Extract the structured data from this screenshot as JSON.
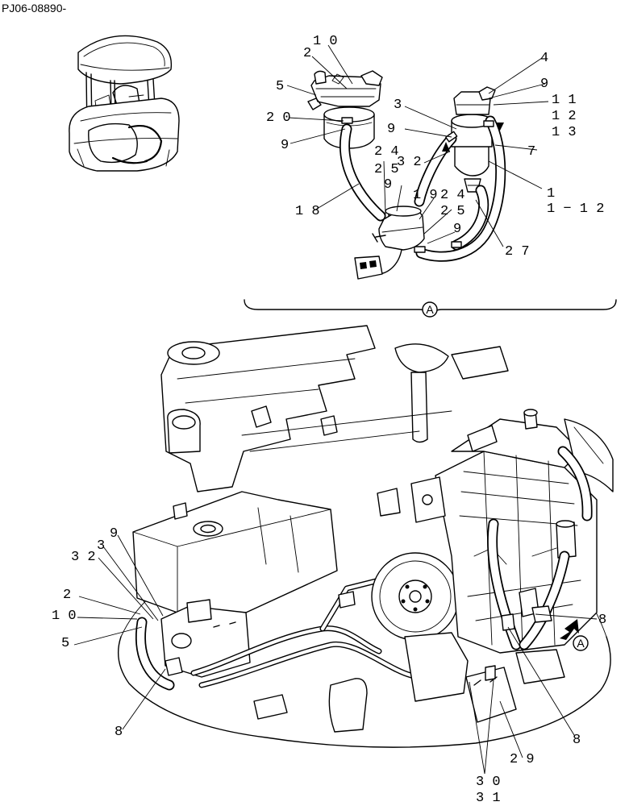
{
  "drawing": {
    "reference_code": "PJ06-08890-",
    "detail_marker": "A"
  },
  "labels": {
    "top": {
      "l10": "1 0",
      "l2": "2",
      "l5": "5",
      "l20": "2 0",
      "l9a": "9",
      "l4": "4",
      "l9b": "9",
      "l11": "1 1",
      "l12": "1 2",
      "l13": "1 3",
      "l3": "3",
      "l9c": "9",
      "l7": "7",
      "l24a": "2 4",
      "l32a": "3 2",
      "l25a": "2 5",
      "l9d": "9",
      "l1": "1",
      "l19": "1 9",
      "l24b": "2 4",
      "l25b": "2 5",
      "l1_12": "1 − 1 2",
      "l18": "1 8",
      "l9e": "9",
      "l27": "2 7"
    },
    "bottom": {
      "l9": "9",
      "l3": "3",
      "l32": "3 2",
      "l2": "2",
      "l10": "1 0",
      "l5": "5",
      "l8a": "8",
      "l8b": "8",
      "l8c": "8",
      "l29": "2 9",
      "l30": "3 0",
      "l31": "3 1"
    }
  }
}
